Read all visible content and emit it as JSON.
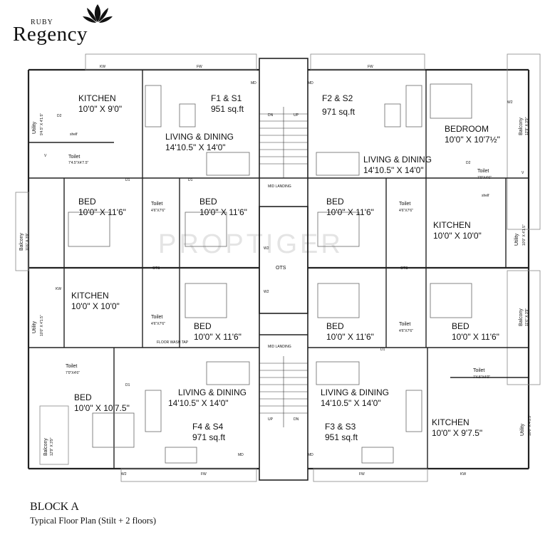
{
  "brand": {
    "top": "RUBY",
    "name": "Regency"
  },
  "watermark": "PROPTIGER",
  "footer": {
    "title": "BLOCK A",
    "subtitle": "Typical Floor Plan (Stilt + 2 floors)"
  },
  "core": {
    "ots": "OTS",
    "mid_landing": "MID LANDING",
    "dn": "DN",
    "up": "UP",
    "md": "MD"
  },
  "units": [
    {
      "id": "F1 & S1",
      "area": "951 sq.ft"
    },
    {
      "id": "F2 & S2",
      "area": "971 sq.ft"
    },
    {
      "id": "F4 & S4",
      "area": "971 sq.ft"
    },
    {
      "id": "F3 & S3",
      "area": "951 sq.ft"
    }
  ],
  "rooms": {
    "kitchen_tl": {
      "name": "KITCHEN",
      "size": "10'0\" X 9'0\""
    },
    "living_tl": {
      "name": "LIVING & DINING",
      "size": "14'10.5\" X 14'0\""
    },
    "bed_tl_a": {
      "name": "BED",
      "size": "10'0\" X 11'6\""
    },
    "bed_tl_b": {
      "name": "BED",
      "size": "10'0\" X 11'6\""
    },
    "kitchen_ml": {
      "name": "KITCHEN",
      "size": "10'0\" X 10'0\""
    },
    "bed_ml": {
      "name": "BED",
      "size": "10'0\" X 11'6\""
    },
    "bed_bl": {
      "name": "BED",
      "size": "10'0\" X 10'7.5\""
    },
    "living_bl": {
      "name": "LIVING & DINING",
      "size": "14'10.5\" X 14'0\""
    },
    "bedroom_tr": {
      "name": "BEDROOM",
      "size": "10'0\" X 10'7½\""
    },
    "living_tr": {
      "name": "LIVING & DINING",
      "size": "14'10.5\" X 14'0\""
    },
    "bed_tr": {
      "name": "BED",
      "size": "10'0\" X 11'6\""
    },
    "kitchen_tr": {
      "name": "KITCHEN",
      "size": "10'0\" X 10'0\""
    },
    "bed_mr_a": {
      "name": "BED",
      "size": "10'0\" X 11'6\""
    },
    "bed_mr_b": {
      "name": "BED",
      "size": "10'0\" X 11'6\""
    },
    "living_br": {
      "name": "LIVING & DINING",
      "size": "14'10.5\" X 14'0\""
    },
    "kitchen_br": {
      "name": "KITCHEN",
      "size": "10'0\" X 9'7.5\""
    }
  },
  "toilets": {
    "t1": {
      "name": "Toilet",
      "size": "7'4.5\"X4'7.5\""
    },
    "t2": {
      "name": "Toilet",
      "size": "4'6\"X7'6\""
    },
    "t3": {
      "name": "Toilet",
      "size": "4'6\"X7'6\""
    },
    "t4": {
      "name": "Toilet",
      "size": "7'0\"X4'6\""
    },
    "t5": {
      "name": "Toilet",
      "size": "7'0\"X4'6\""
    },
    "t6": {
      "name": "Toilet",
      "size": "4'6\"X7'6\""
    },
    "t7": {
      "name": "Toilet",
      "size": "4'6\"X7'6\""
    },
    "t8": {
      "name": "Toilet",
      "size": "7'4.5\"X4'0\""
    }
  },
  "utility": [
    {
      "name": "Utility",
      "size": "9'4.5\" X 4'1.5\""
    },
    {
      "name": "Utility",
      "size": "10'0\" X 4'1.5\""
    },
    {
      "name": "Utility",
      "size": "10'0\" X 4'1.5\""
    },
    {
      "name": "Utility",
      "size": "10'0\" X 4'1.5\""
    }
  ],
  "balcony": [
    {
      "name": "Balcony",
      "size": "11'6\" X 3'9\""
    },
    {
      "name": "Balcony",
      "size": "12'9\" X 3'9\""
    },
    {
      "name": "Balcony",
      "size": "12'9\" X 3'9\""
    },
    {
      "name": "Balcony",
      "size": "11'6\" X 3'9\""
    }
  ],
  "tags": {
    "kw": "KW",
    "fw": "FW",
    "w2": "W2",
    "d1": "D1",
    "d2": "D2",
    "v": "V",
    "shelf": "shelf",
    "floor_trap": "FLOOR WASH TAP"
  }
}
